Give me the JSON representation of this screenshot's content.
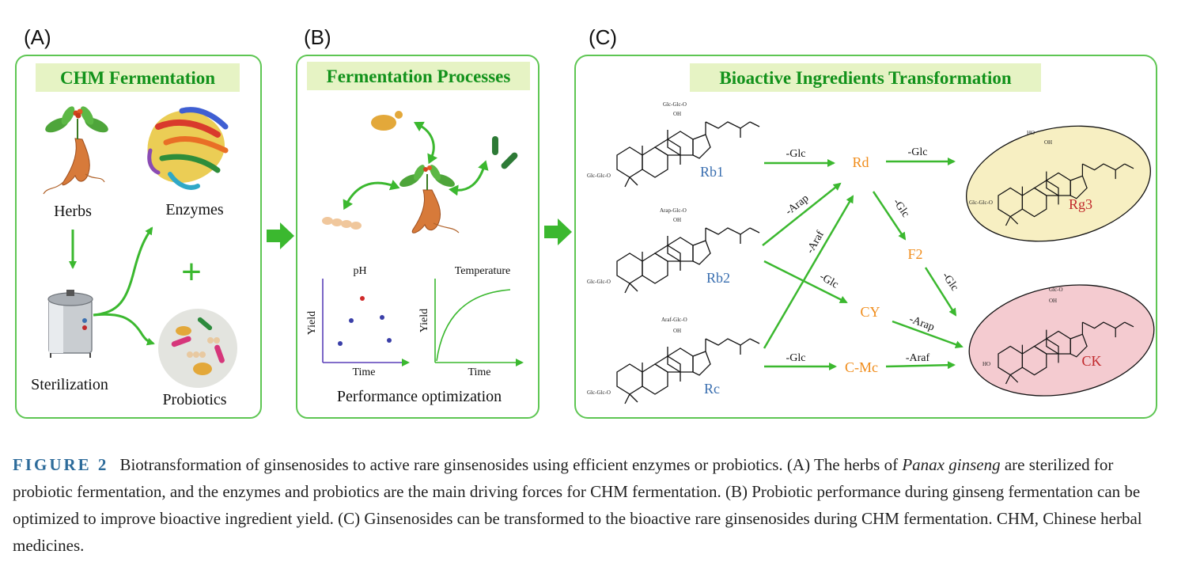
{
  "panels": {
    "a": {
      "letter": "(A)",
      "title": "CHM Fermentation",
      "herbs": "Herbs",
      "enzymes": "Enzymes",
      "plus": "+",
      "sterilization": "Sterilization",
      "probiotics": "Probiotics"
    },
    "b": {
      "letter": "(B)",
      "title": "Fermentation Processes",
      "ph_title": "pH",
      "temp_title": "Temperature",
      "yield_label": "Yield",
      "time_label": "Time",
      "footer": "Performance optimization"
    },
    "c": {
      "letter": "(C)",
      "title": "Bioactive Ingredients Transformation",
      "compounds": {
        "rb1": "Rb1",
        "rb2": "Rb2",
        "rc": "Rc",
        "rd": "Rd",
        "f2": "F2",
        "cy": "CY",
        "cmc": "C-Mc",
        "rg3": "Rg3",
        "ck": "CK"
      },
      "arrows": {
        "rb1_rd": "-Glc",
        "rd_rg3": "-Glc",
        "rd_f2": "-Glc",
        "f2_ck": "-Glc",
        "rb2_rd": "-Arap",
        "rc_rd": "-Araf",
        "rb2_cy": "-Glc",
        "cy_ck": "-Arap",
        "rc_cmc": "-Glc",
        "cmc_ck": "-Araf"
      },
      "groups": {
        "glc_glc_o": "Glc-Glc-O",
        "arap_glc_o": "Arap-Glc-O",
        "araf_glc_o": "Araf-Glc-O",
        "glc_o": "Glc-O",
        "oh": "OH",
        "ho": "HO"
      }
    }
  },
  "caption": {
    "label": "FIGURE 2",
    "text1": "Biotransformation of ginsenosides to active rare ginsenosides using efficient enzymes or probiotics. (A) The herbs of ",
    "italic1": "Panax ginseng",
    "text2": " are sterilized for probiotic fermentation, and the enzymes and probiotics are the main driving forces for CHM fermentation. (B) Probiotic performance during ginseng fermentation can be optimized to improve bioactive ingredient yield. (C) Ginsenosides can be transformed to the bioactive rare ginsenosides during CHM fermentation. CHM, Chinese herbal medicines."
  },
  "colors": {
    "green": "#3bb82f",
    "title_bg": "#e6f3c4",
    "title_text": "#12921b",
    "blue_label": "#3a6fb0",
    "orange_label": "#f08c1a",
    "red_label": "#c0282b",
    "rg3_fill": "#f7efc2",
    "ck_fill": "#f4cbd0",
    "caption_label": "#2d6b9a"
  }
}
